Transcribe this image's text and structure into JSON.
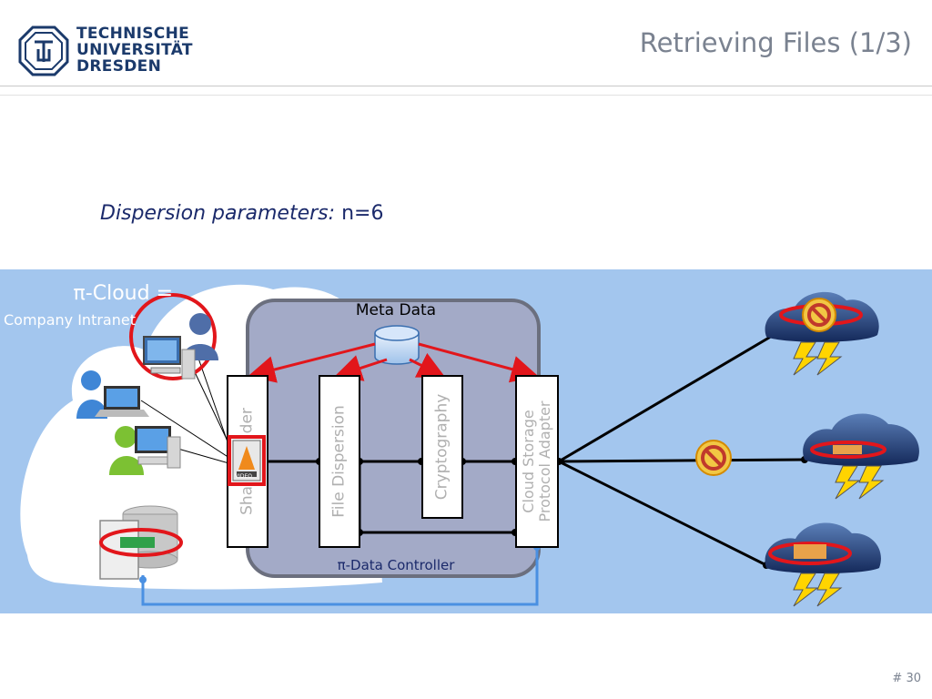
{
  "header": {
    "university_line1": "TECHNISCHE",
    "university_line2": "UNIVERSITÄT",
    "university_line3": "DRESDEN",
    "title": "Retrieving Files (1/3)"
  },
  "params": {
    "label": "Dispersion parameters:",
    "value": "n=6"
  },
  "diagram": {
    "cloud_label_line1": "π-Cloud =",
    "cloud_label_line2": "Company Intranet",
    "meta_data": "Meta Data",
    "controller_label": "π-Data Controller",
    "modules": [
      "Shared Folder",
      "File Dispersion",
      "Cryptography",
      "Cloud Storage\nProtocol Adapter"
    ],
    "video_tag": "VIDEO"
  },
  "footer": {
    "page": "# 30"
  },
  "colors": {
    "band": "#a3c6ee",
    "controller": "#a3aac7",
    "red": "#e2161b",
    "blue_line": "#4a90e2"
  }
}
